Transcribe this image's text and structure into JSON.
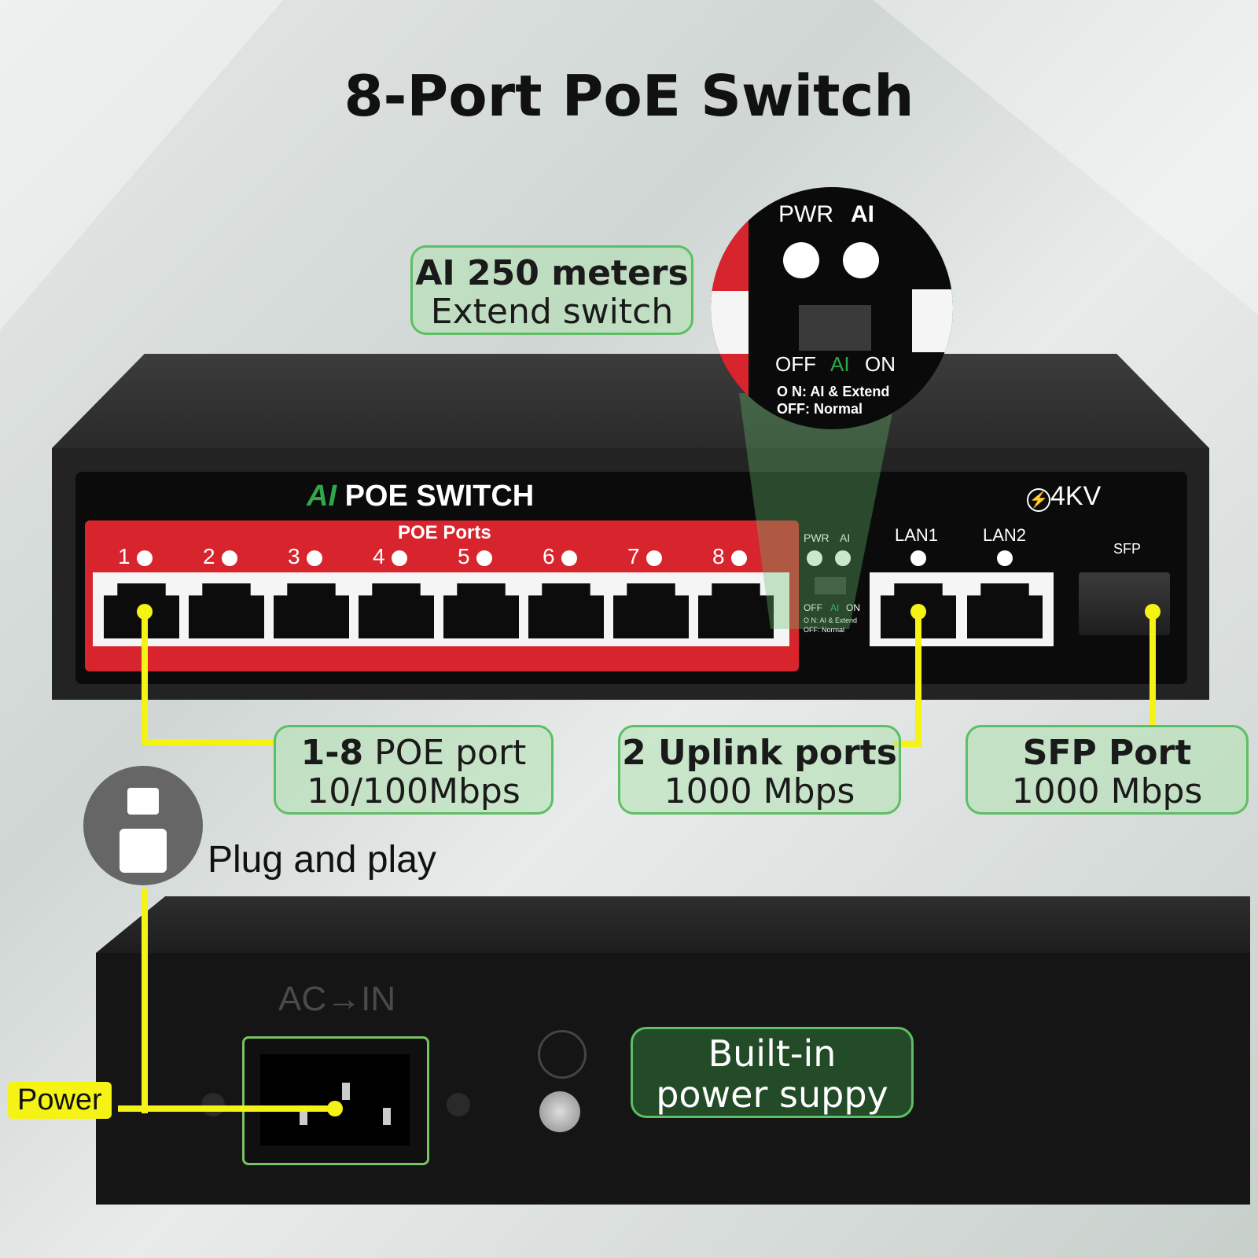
{
  "title": "8-Port PoE Switch",
  "callouts": {
    "ai_extend": {
      "line1": "AI 250 meters",
      "line2": "Extend switch"
    },
    "poe_port": {
      "line1_bold": "1-8",
      "line1_rest": " POE port",
      "line2": "10/100Mbps"
    },
    "uplink": {
      "line1": "2 Uplink ports",
      "line2": "1000 Mbps"
    },
    "sfp": {
      "line1": "SFP Port",
      "line2": "1000 Mbps"
    },
    "power_supply": {
      "line1": "Built-in",
      "line2": "power suppy"
    },
    "plug": "Plug and play",
    "power": "Power"
  },
  "front_panel": {
    "brand_ai": "AI",
    "brand": "POE SWITCH",
    "poe_ports_label": "POE Ports",
    "port_numbers": [
      "1",
      "2",
      "3",
      "4",
      "5",
      "6",
      "7",
      "8"
    ],
    "pwr": "PWR",
    "ai": "AI",
    "lan1": "LAN1",
    "lan2": "LAN2",
    "sfp": "SFP",
    "surge": "4KV",
    "off": "OFF",
    "on": "ON",
    "on_desc": "O  N: AI & Extend",
    "off_desc": "OFF: Normal"
  },
  "zoom": {
    "pwr": "PWR",
    "ai": "AI",
    "off": "OFF",
    "ai_label": "AI",
    "on": "ON",
    "on_desc": "O  N: AI & Extend",
    "off_desc": "OFF: Normal"
  },
  "rear": {
    "ac_in": "AC→IN"
  },
  "colors": {
    "accent_green": "#5dbf63",
    "red": "#d7242d",
    "yellow": "#f5f215"
  }
}
